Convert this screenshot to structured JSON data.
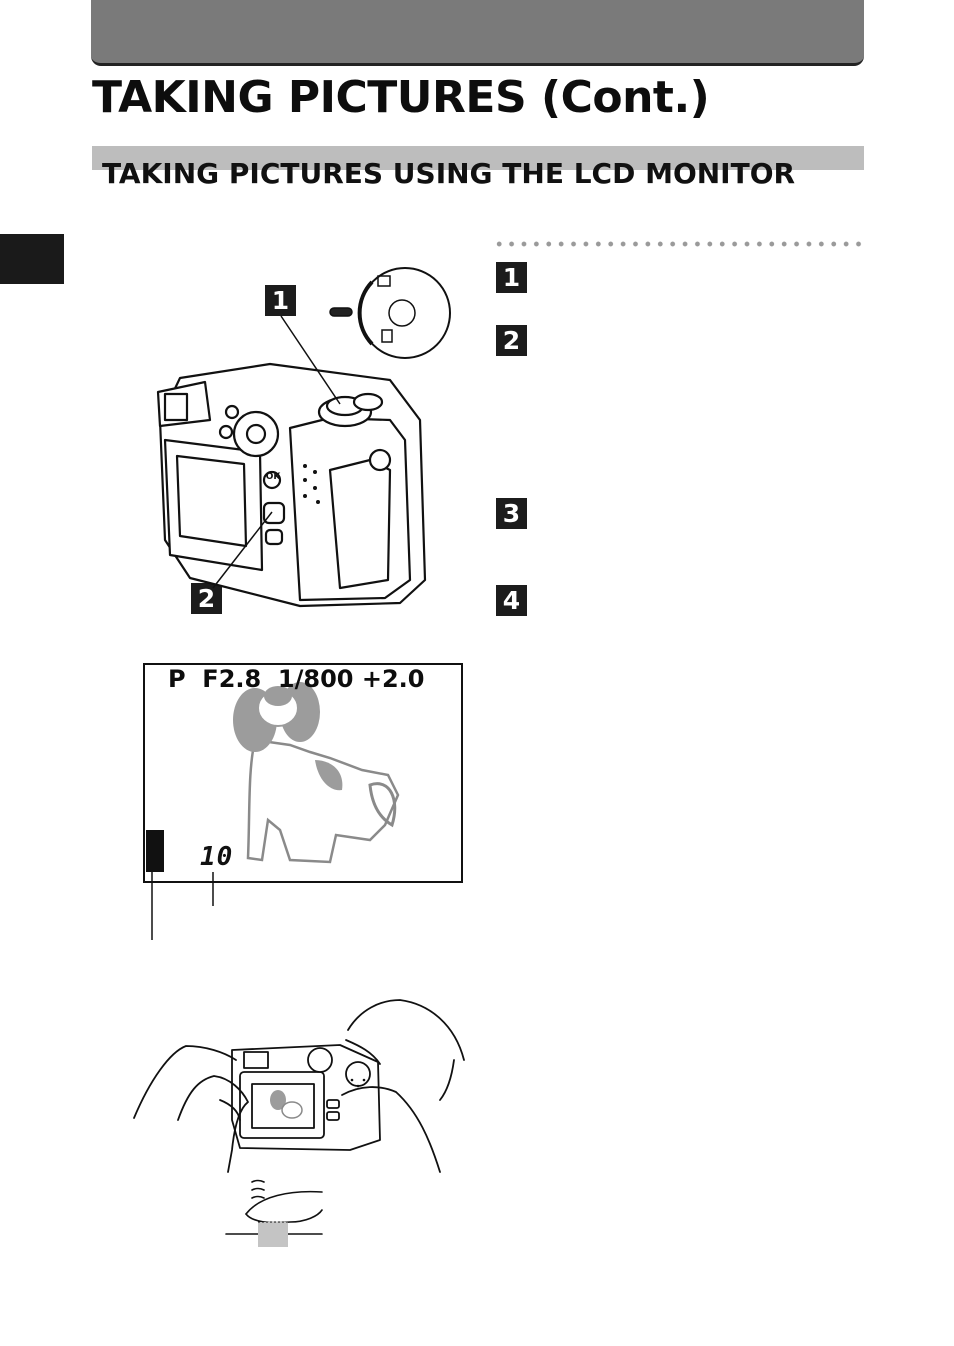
{
  "header": {
    "page_title": "TAKING PICTURES (Cont.)",
    "section_title": "TAKING PICTURES USING THE LCD MONITOR"
  },
  "steps": [
    {
      "number": "1"
    },
    {
      "number": "2"
    },
    {
      "number": "3"
    },
    {
      "number": "4"
    }
  ],
  "camera_figure": {
    "callout_1": "1",
    "callout_2": "2",
    "ok_button_label": "OK"
  },
  "lcd_display": {
    "readout": "P  F2.8  1/800 +2.0",
    "frame_count": "10"
  },
  "colors": {
    "header_bar": "#7a7a7a",
    "section_band": "#bdbdbd",
    "badge": "#1c1c1c",
    "subject_fill": "#9c9c9c"
  }
}
